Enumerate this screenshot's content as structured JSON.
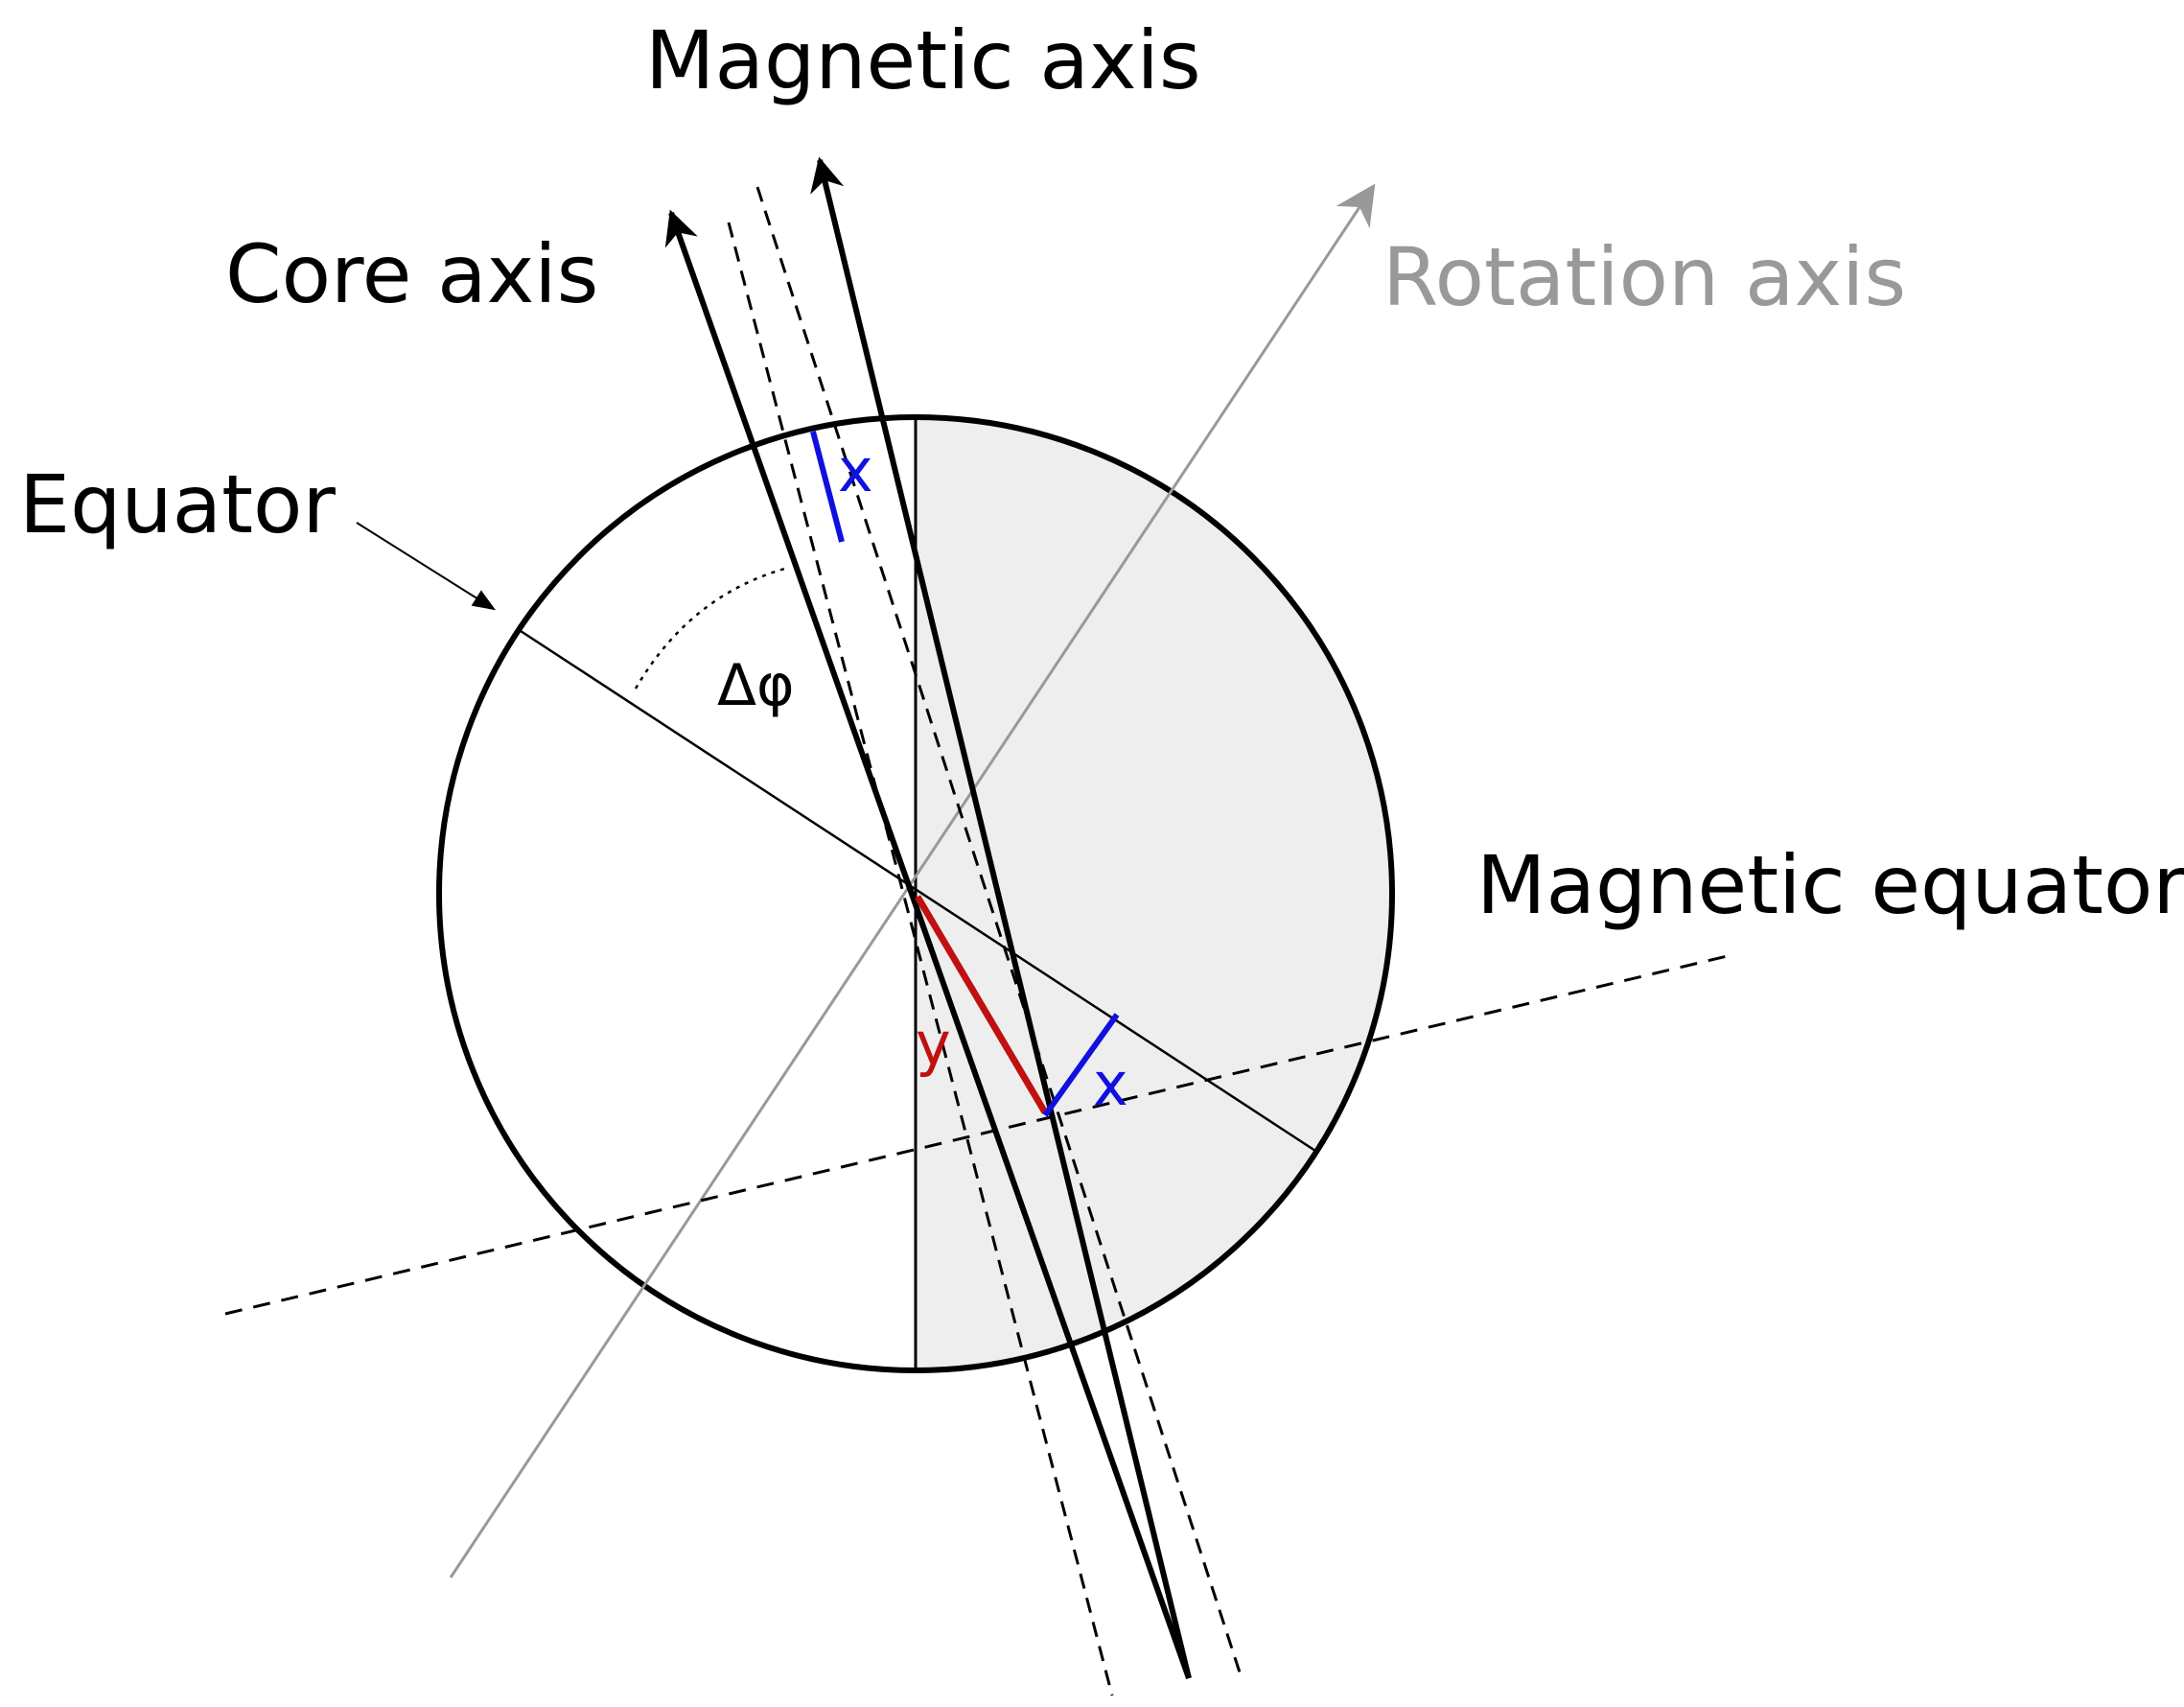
{
  "labels": {
    "magnetic_axis": "Magnetic axis",
    "core_axis": "Core axis",
    "rotation_axis": "Rotation axis",
    "equator": "Equator",
    "magnetic_equator": "Magnetic equator",
    "delta_phi": "Δφ",
    "x_top": "x",
    "x_bottom": "x",
    "y": "y"
  },
  "colors": {
    "ink": "#000000",
    "rotation_axis": "#999999",
    "shaded_hemisphere": "#eeeeee",
    "x_marker": "#1010e0",
    "y_marker": "#c01010"
  }
}
